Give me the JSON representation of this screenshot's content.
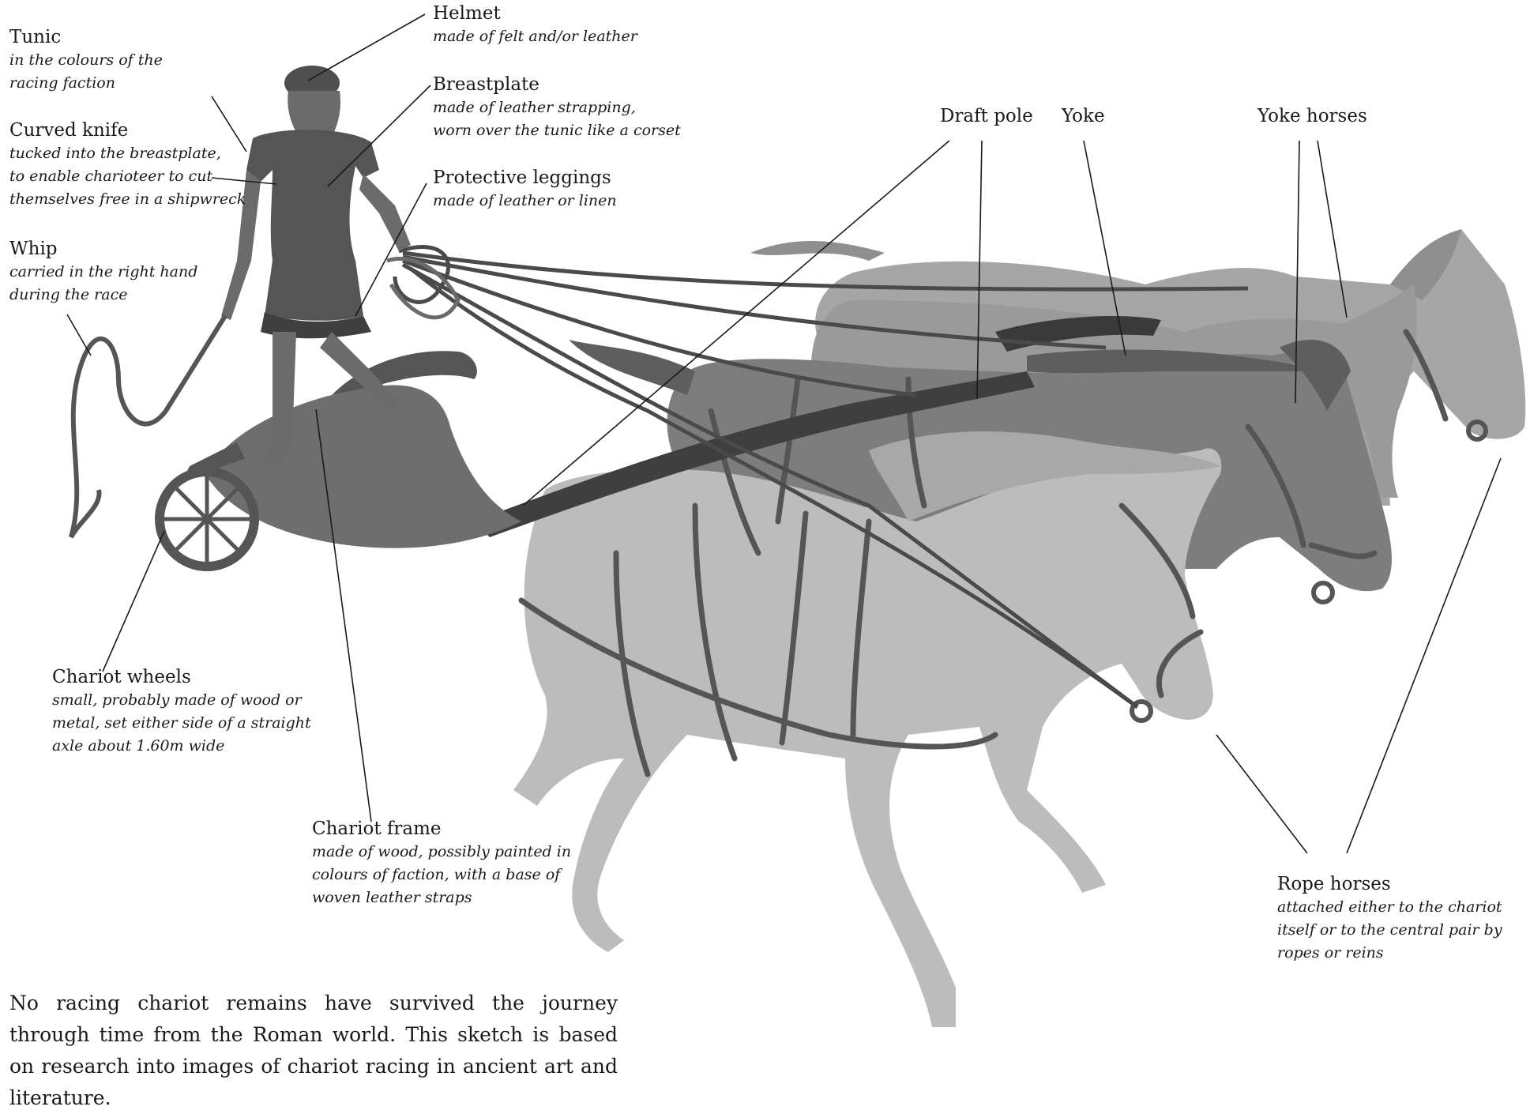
{
  "labels": {
    "tunic": {
      "title": "Tunic",
      "desc": [
        "in the colours of the",
        "racing faction"
      ]
    },
    "knife": {
      "title": "Curved knife",
      "desc": [
        "tucked into the breastplate,",
        "to enable charioteer to cut",
        "themselves free in a shipwreck"
      ]
    },
    "whip": {
      "title": "Whip",
      "desc": [
        "carried in the right hand",
        "during the race"
      ]
    },
    "helmet": {
      "title": "Helmet",
      "desc": [
        "made of felt and/or leather"
      ]
    },
    "breastplate": {
      "title": "Breastplate",
      "desc": [
        "made of leather strapping,",
        "worn over the tunic like a corset"
      ]
    },
    "leggings": {
      "title": "Protective leggings",
      "desc": [
        "made of leather or linen"
      ]
    },
    "draft_pole": {
      "title": "Draft pole",
      "desc": []
    },
    "yoke": {
      "title": "Yoke",
      "desc": []
    },
    "yoke_horses": {
      "title": "Yoke horses",
      "desc": []
    },
    "wheels": {
      "title": "Chariot wheels",
      "desc": [
        "small, probably made of wood or",
        "metal, set either side of a straight",
        "axle about 1.60m wide"
      ]
    },
    "frame": {
      "title": "Chariot frame",
      "desc": [
        "made of wood, possibly painted in",
        "colours of faction, with a base of",
        "woven leather straps"
      ]
    },
    "rope_horses": {
      "title": "Rope horses",
      "desc": [
        "attached either to the chariot",
        "itself or to the central pair by",
        "ropes or reins"
      ]
    }
  },
  "caption": "No racing chariot remains have survived the journey through time from the Roman world. This sketch is based on research into images of chariot racing in ancient art and literature.",
  "colors": {
    "far_horse": "#a6a6a6",
    "rear_horse": "#8c8c8c",
    "yoke_horse_near": "#7d7d7d",
    "front_horse": "#bcbcbc",
    "mane_dark": "#5e5e5e",
    "tack": "#555555",
    "charioteer": "#6b6b6b",
    "chariot": "#6e6e6e",
    "leader_line": "#1a1a1a"
  }
}
